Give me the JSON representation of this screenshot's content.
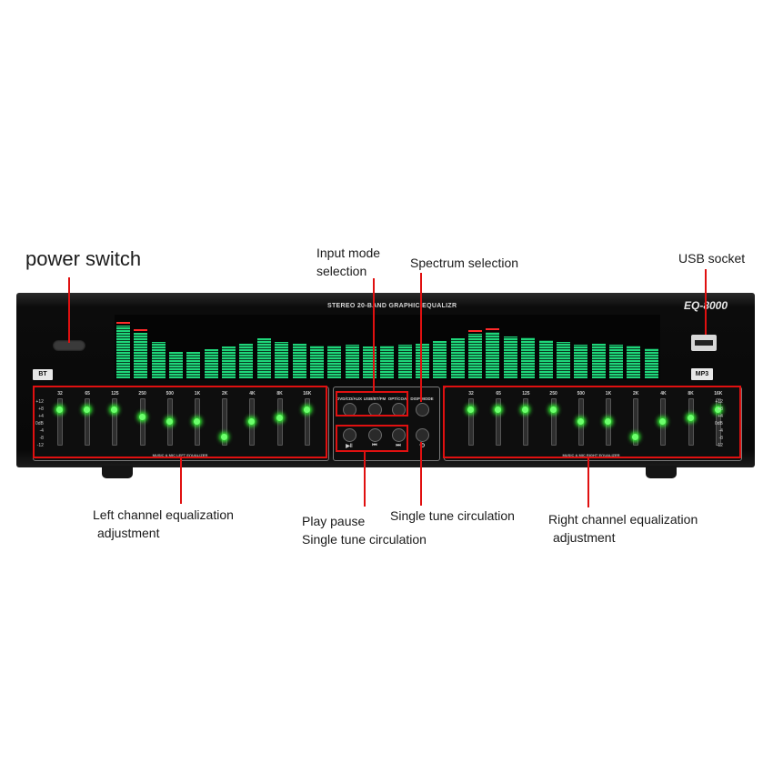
{
  "annotations": {
    "power_switch": "power switch",
    "input_mode": [
      "Input mode",
      "selection"
    ],
    "spectrum_selection": "Spectrum selection",
    "usb_socket": "USB socket",
    "left_eq": [
      "Left channel equalization",
      "adjustment"
    ],
    "play_pause": [
      "Play pause",
      "Single tune circulation"
    ],
    "single_tune": "Single tune circulation",
    "right_eq": [
      "Right channel equalization",
      "adjustment"
    ]
  },
  "device": {
    "title": "STEREO 20-BAND GRAPHIC EQUALIZR",
    "model": "EQ-8000",
    "bt_badge": "BT",
    "mp3_badge": "MP3",
    "left_caption": "MUSIC & MIC LEFT EQUALIZER",
    "right_caption": "MUSIC & MIC RIGHT EQUALIZER",
    "bands": [
      "32",
      "65",
      "125",
      "250",
      "500",
      "1K",
      "2K",
      "4K",
      "8K",
      "16K"
    ],
    "scale": [
      "+12",
      "+8",
      "+4",
      "0dB",
      "-4",
      "-8",
      "-12"
    ],
    "input_buttons": [
      "DVD/CD/AUX",
      "USB/BT/FM",
      "OPT/COA"
    ],
    "display_button": "DISP MODE",
    "playback_icons": [
      "▶‖",
      "⏮",
      "⏭"
    ],
    "repeat_icon": "⟲",
    "left_slider_positions": [
      0.2,
      0.2,
      0.2,
      0.38,
      0.5,
      0.5,
      0.88,
      0.5,
      0.42,
      0.2
    ],
    "right_slider_positions": [
      0.2,
      0.2,
      0.2,
      0.2,
      0.5,
      0.5,
      0.88,
      0.5,
      0.42,
      0.2
    ],
    "spectrum_levels": [
      0.9,
      0.78,
      0.62,
      0.45,
      0.45,
      0.5,
      0.55,
      0.6,
      0.68,
      0.62,
      0.6,
      0.56,
      0.56,
      0.58,
      0.55,
      0.56,
      0.58,
      0.6,
      0.64,
      0.68,
      0.76,
      0.8,
      0.72,
      0.7,
      0.65,
      0.62,
      0.58,
      0.6,
      0.58,
      0.56,
      0.52
    ]
  },
  "colors": {
    "callout": "#e01010",
    "led": "#6cff6c",
    "spectrum_green": "#1fd67a",
    "spectrum_peak": "#ff2a2a"
  }
}
